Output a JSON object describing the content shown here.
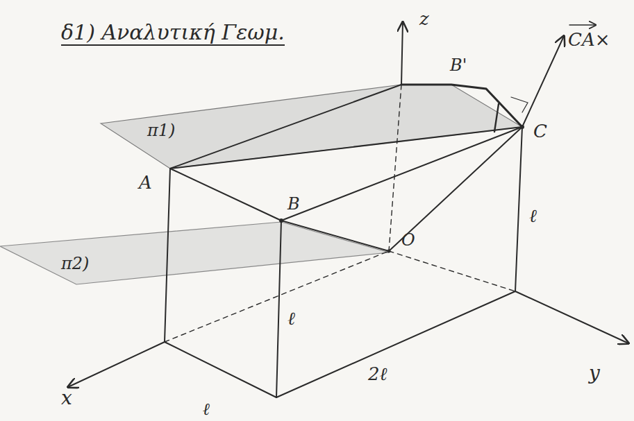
{
  "diagram": {
    "title": "δ1) Αναλυτική Γεωμ.",
    "labels": [
      "z",
      "B'",
      "CA×",
      "π1)",
      "A",
      "C",
      "B",
      "O",
      "ℓ",
      "π2)",
      "ℓ",
      "ℓ",
      "2ℓ",
      "x",
      "y"
    ]
  }
}
